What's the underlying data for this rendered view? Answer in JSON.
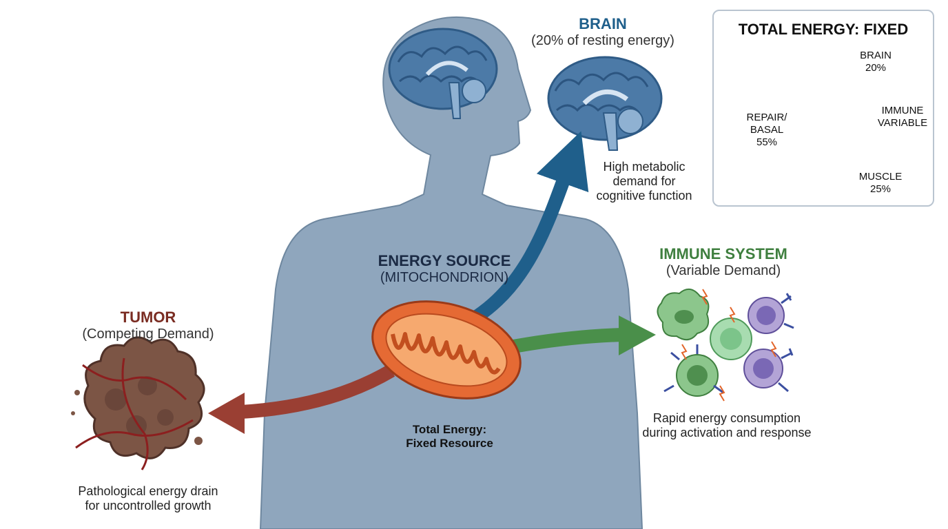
{
  "colors": {
    "body": "#8fa6bd",
    "brain_blue": "#1f5f8b",
    "immune_green": "#4a8f4a",
    "tumor_red": "#9a3f33",
    "mito_orange": "#e56a34",
    "text_dark": "#1b2a44"
  },
  "brain": {
    "title": "BRAIN",
    "subtitle": "(20% of resting energy)",
    "desc_lines": [
      "High metabolic",
      "demand for",
      "cognitive function"
    ],
    "icon": "brain-icon"
  },
  "energy_source": {
    "title": "ENERGY SOURCE",
    "subtitle": "(MITOCHONDRION)",
    "note_lines": [
      "Total Energy:",
      "Fixed Resource"
    ],
    "icon": "mitochondrion-icon"
  },
  "immune": {
    "title": "IMMUNE SYSTEM",
    "subtitle": "(Variable Demand)",
    "desc_lines": [
      "Rapid energy consumption",
      "during activation and response"
    ],
    "icon": "immune-cells-icon"
  },
  "tumor": {
    "title": "TUMOR",
    "subtitle": "(Competing Demand)",
    "desc_lines": [
      "Pathological energy drain",
      "for uncontrolled growth"
    ],
    "icon": "tumor-icon"
  },
  "chart_data": {
    "type": "pie",
    "title": "TOTAL ENERGY: FIXED",
    "slices": [
      {
        "label_lines": [
          "BRAIN",
          "20%"
        ],
        "value": 20,
        "color": "#1f5f8b"
      },
      {
        "label_lines": [
          "IMMUNE",
          "VARIABLE"
        ],
        "value": null,
        "color": "#6aae6a"
      },
      {
        "label_lines": [
          "MUSCLE",
          "25%"
        ],
        "value": 25,
        "color": "#d3dae2"
      },
      {
        "label_lines": [
          "REPAIR/",
          "BASAL",
          "55%"
        ],
        "value": 55,
        "color": "#f9bd82"
      }
    ]
  }
}
